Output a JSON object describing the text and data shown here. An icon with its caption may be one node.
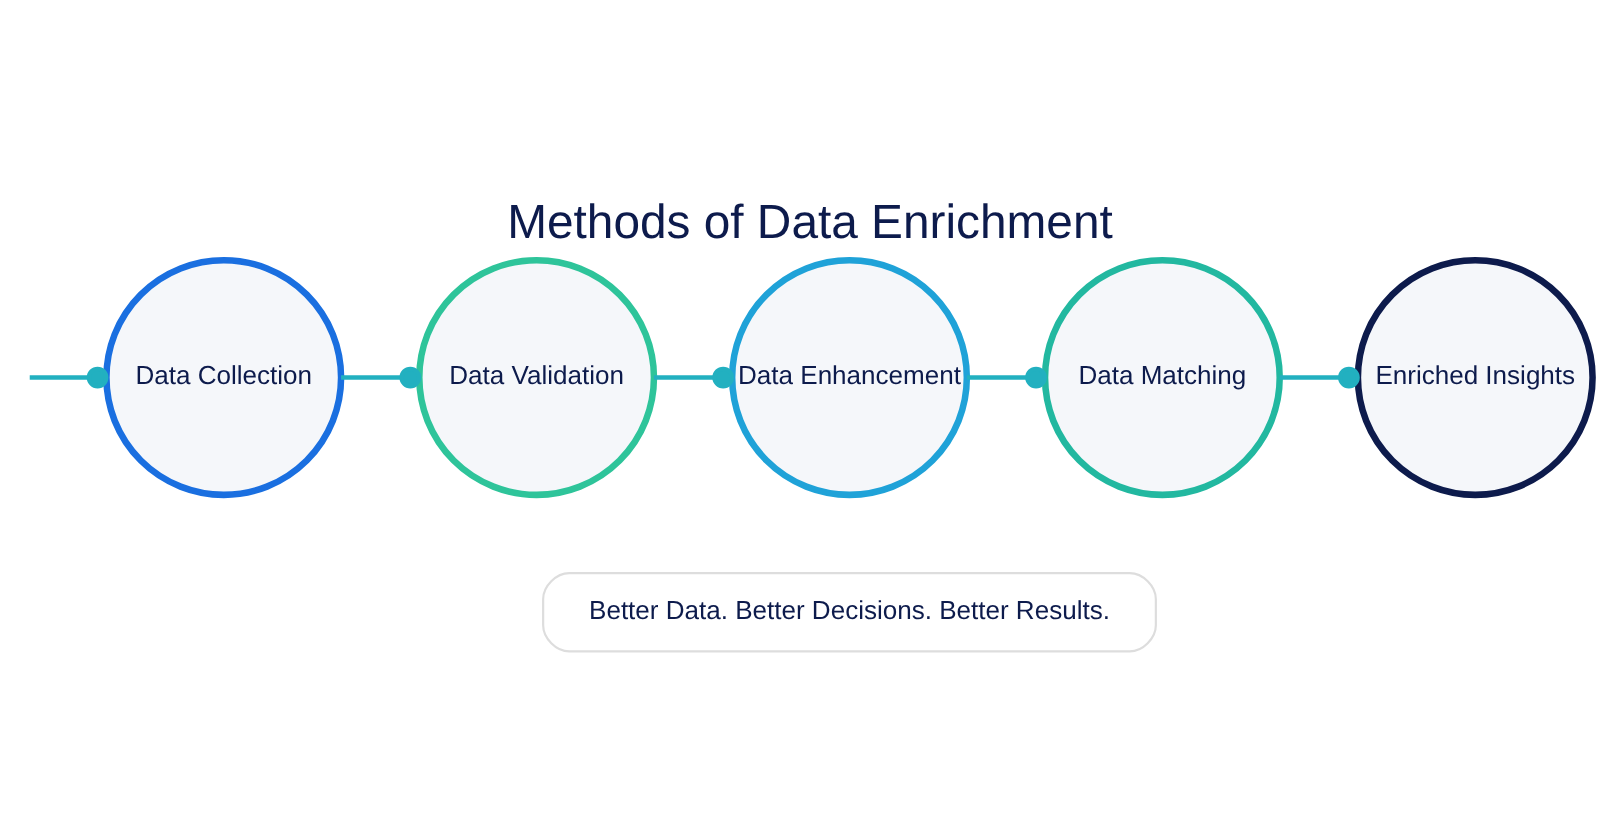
{
  "diagram": {
    "title": "Methods of Data Enrichment",
    "nodes": [
      {
        "text": [
          "Data Collection"
        ]
      },
      {
        "text": [
          "Data Validation"
        ]
      },
      {
        "text": [
          "Data Enhancement"
        ]
      },
      {
        "text": [
          "Data Matching"
        ]
      },
      {
        "text": [
          "Enriched Insights"
        ]
      },
      {
        "text": [
          "Better Data. Better Decisions. Better Results."
        ]
      }
    ],
    "edges": [
      {
        "from": null,
        "to": 0,
        "arrow": "other"
      },
      {
        "from": 0,
        "to": 1,
        "arrow": "other"
      },
      {
        "from": 1,
        "to": 2,
        "arrow": "other"
      },
      {
        "from": 2,
        "to": 3,
        "arrow": "other"
      },
      {
        "from": 3,
        "to": 4,
        "arrow": "other"
      }
    ]
  }
}
